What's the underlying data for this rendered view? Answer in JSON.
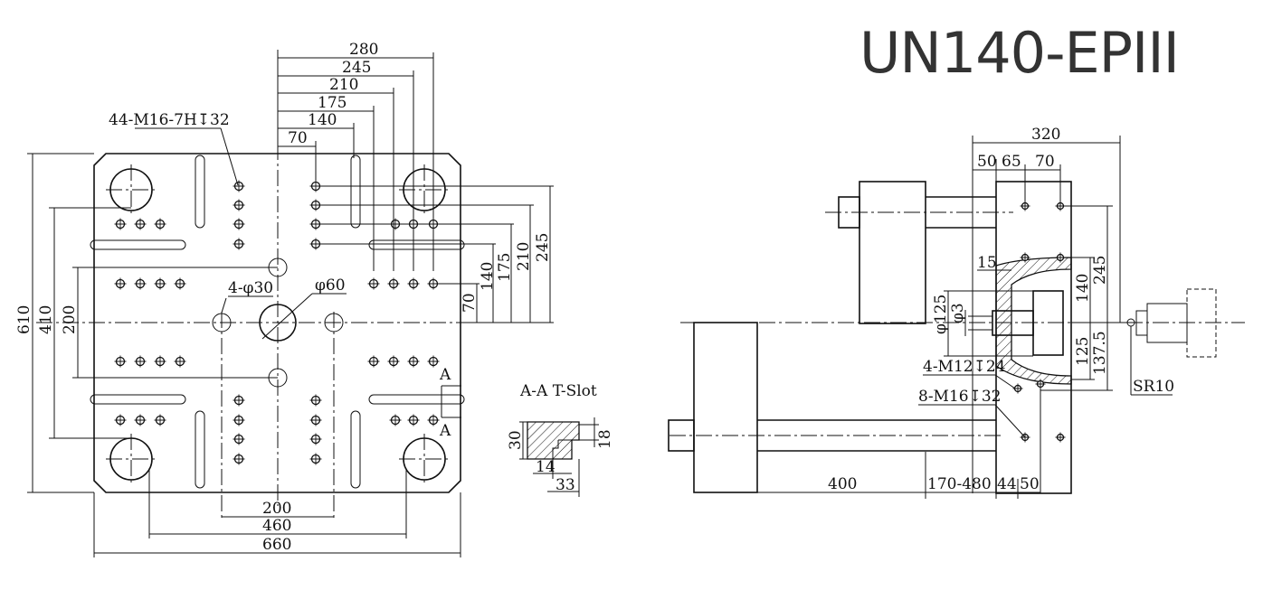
{
  "title": "UN140-EPIII",
  "front_view": {
    "tap_note": "44-M16-7H↧32",
    "horizontal_dims": [
      "280",
      "245",
      "210",
      "175",
      "140",
      "70"
    ],
    "vertical_dims": [
      "70",
      "140",
      "175",
      "210",
      "245"
    ],
    "left_dims": [
      "610",
      "410",
      "200"
    ],
    "hole_labels": [
      "4-φ30",
      "φ60"
    ],
    "bottom_dims": [
      "200",
      "460",
      "660"
    ],
    "section_mark": "A"
  },
  "section": {
    "title": "A-A T-Slot",
    "dims": [
      "30",
      "18",
      "14",
      "33"
    ]
  },
  "side_view": {
    "top_dims": [
      "320",
      "50",
      "65",
      "70"
    ],
    "right_dims": [
      "245",
      "140",
      "125",
      "137.5"
    ],
    "left_dims": [
      "15",
      "φ125",
      "φ3"
    ],
    "hole_notes": [
      "4-M12↧24",
      "8-M16↧32"
    ],
    "bottom_dims": [
      "400",
      "170-480",
      "44",
      "50"
    ],
    "nozzle_label": "SR10"
  }
}
